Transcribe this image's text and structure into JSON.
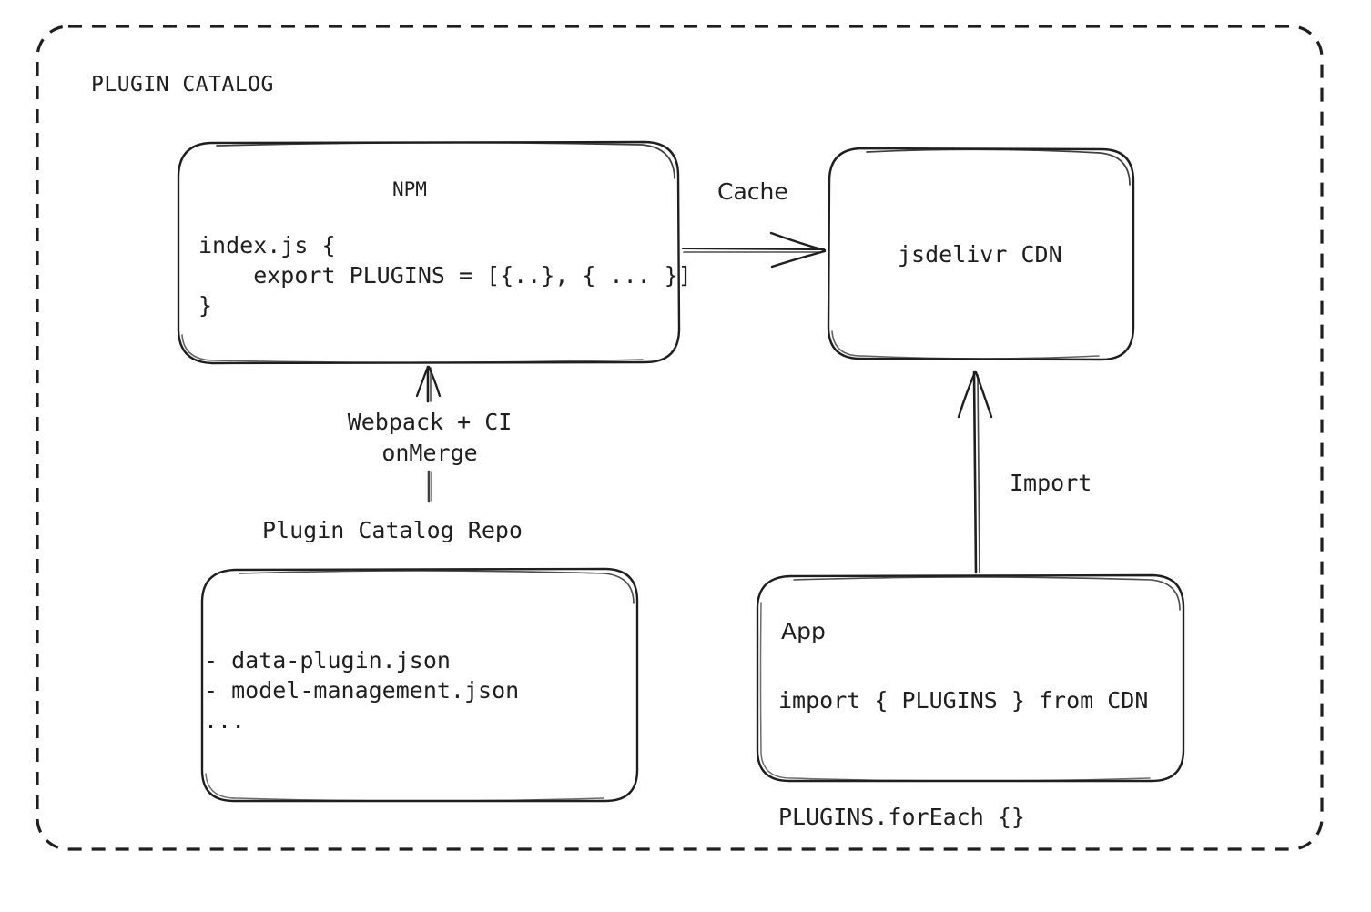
{
  "diagram": {
    "title": "PLUGIN CATALOG",
    "nodes": {
      "npm": {
        "title": "NPM",
        "code": "index.js {\n    export PLUGINS = [{..}, { ... }]\n}"
      },
      "cdn": {
        "title": "jsdelivr CDN"
      },
      "repo": {
        "caption": "Plugin Catalog Repo",
        "code": "- data-plugin.json\n- model-management.json\n..."
      },
      "app": {
        "title": "App",
        "code": "import { PLUGINS } from CDN\n\nPLUGINS.forEach {}"
      }
    },
    "edges": {
      "cache": "Cache",
      "import": "Import",
      "build": "Webpack + CI\nonMerge"
    },
    "colors": {
      "stroke": "#1f1f1f",
      "background": "#ffffff"
    }
  }
}
